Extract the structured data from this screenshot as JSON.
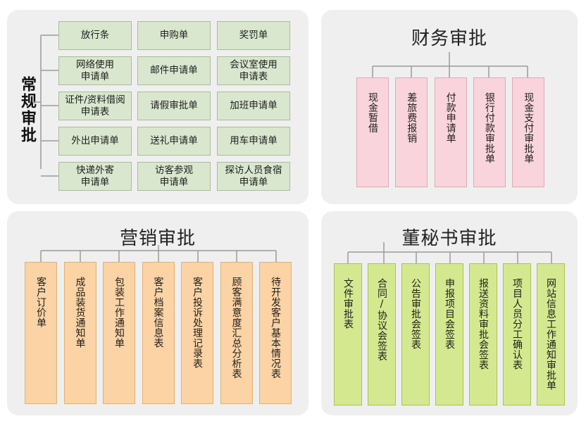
{
  "routine": {
    "title": "常规审批",
    "rows": [
      [
        "放行条",
        "申购单",
        "奖罚单"
      ],
      [
        "网络使用\n申请单",
        "邮件申请单",
        "会议室使用\n申请表"
      ],
      [
        "证件/资料借阅\n申请表",
        "请假审批单",
        "加班申请单"
      ],
      [
        "外出申请单",
        "送礼申请单",
        "用车申请单"
      ],
      [
        "快递外寄\n申请单",
        "访客参观\n申请单",
        "探访人员食宿\n申请单"
      ]
    ]
  },
  "finance": {
    "title": "财务审批",
    "items": [
      "现金暂借",
      "差旅费报销",
      "付款申请单",
      "银行付款审批单",
      "现金支付审批单"
    ]
  },
  "marketing": {
    "title": "营销审批",
    "items": [
      "客户订价单",
      "成品装货通知单",
      "包装工作通知单",
      "客户档案信息表",
      "客户投诉处理记录表",
      "顾客满意度汇总分析表",
      "待开发客户基本情况表"
    ]
  },
  "secretary": {
    "title": "董秘书审批",
    "items": [
      "文件审批表",
      "合同/协议会签表",
      "公告审批会签表",
      "申报项目会签表",
      "报送资料审批会签表",
      "项目人员分工确认表",
      "网站信息工作通知审批单"
    ]
  },
  "colors": {
    "panel_bg": "#efefef",
    "routine_box": "#d9e7cf",
    "finance_box": "#f9d4dc",
    "marketing_box": "#fbd3a4",
    "secretary_box": "#d4e98f",
    "connector": "#9a9a9a"
  }
}
